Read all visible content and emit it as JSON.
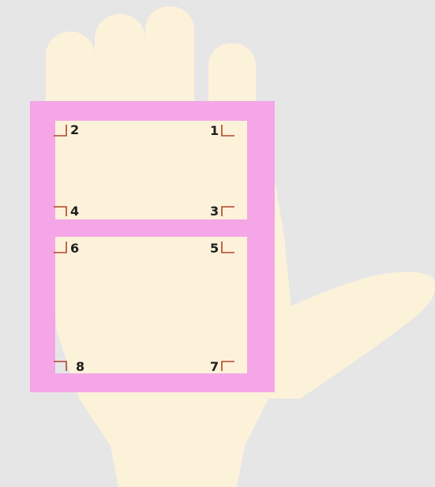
{
  "colors": {
    "background": "#e6e6e6",
    "hand": "#fcf2da",
    "frame": "#f4a6e6",
    "label": "#1e1e1e",
    "corner_mark": "#b0442a"
  },
  "points": {
    "p1": "1",
    "p2": "2",
    "p3": "3",
    "p4": "4",
    "p5": "5",
    "p6": "6",
    "p7": "7",
    "p8": "8"
  }
}
